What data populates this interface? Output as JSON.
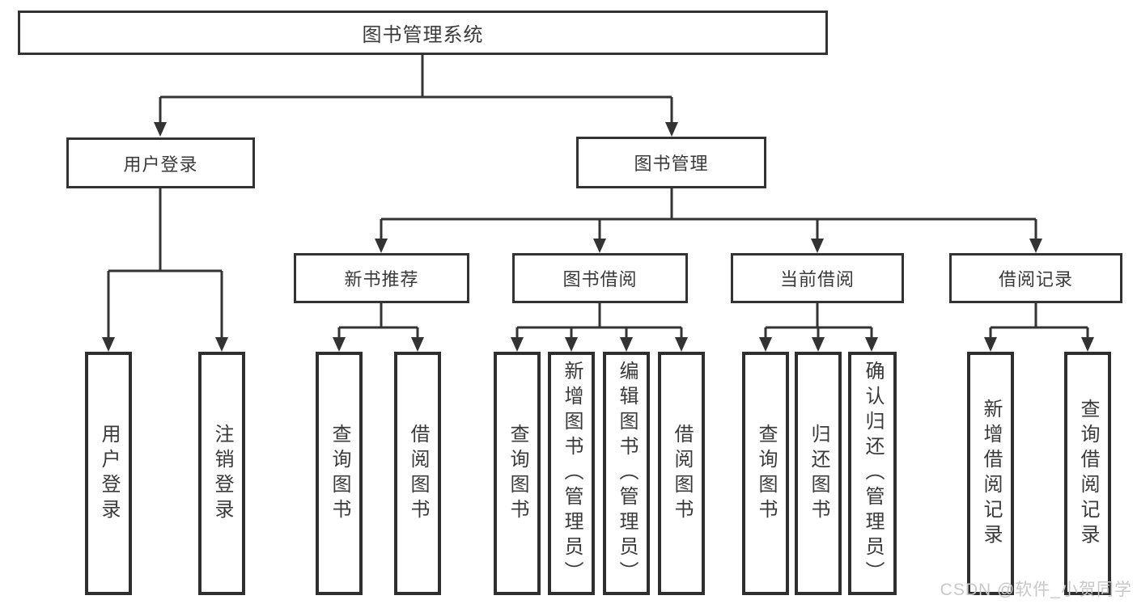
{
  "colors": {
    "line": "#333333",
    "box_border": "#333333",
    "leaf_border": "#2f2f2f",
    "text": "#3a3a3a",
    "watermark": "#c8c8c8",
    "background": "#ffffff"
  },
  "tree": {
    "label": "图书管理系统",
    "children": [
      {
        "label": "用户登录",
        "children": [
          {
            "label": "用户登录"
          },
          {
            "label": "注销登录"
          }
        ]
      },
      {
        "label": "图书管理",
        "children": [
          {
            "label": "新书推荐",
            "children": [
              {
                "label": "查询图书"
              },
              {
                "label": "借阅图书"
              }
            ]
          },
          {
            "label": "图书借阅",
            "children": [
              {
                "label": "查询图书"
              },
              {
                "label": "新增图书（管理员）"
              },
              {
                "label": "编辑图书（管理员）"
              },
              {
                "label": "借阅图书"
              }
            ]
          },
          {
            "label": "当前借阅",
            "children": [
              {
                "label": "查询图书"
              },
              {
                "label": "归还图书"
              },
              {
                "label": "确认归还（管理员）"
              }
            ]
          },
          {
            "label": "借阅记录",
            "children": [
              {
                "label": "新增借阅记录"
              },
              {
                "label": "查询借阅记录"
              }
            ]
          }
        ]
      }
    ]
  },
  "watermark": {
    "text": "CSDN @软件_小贺同学"
  }
}
